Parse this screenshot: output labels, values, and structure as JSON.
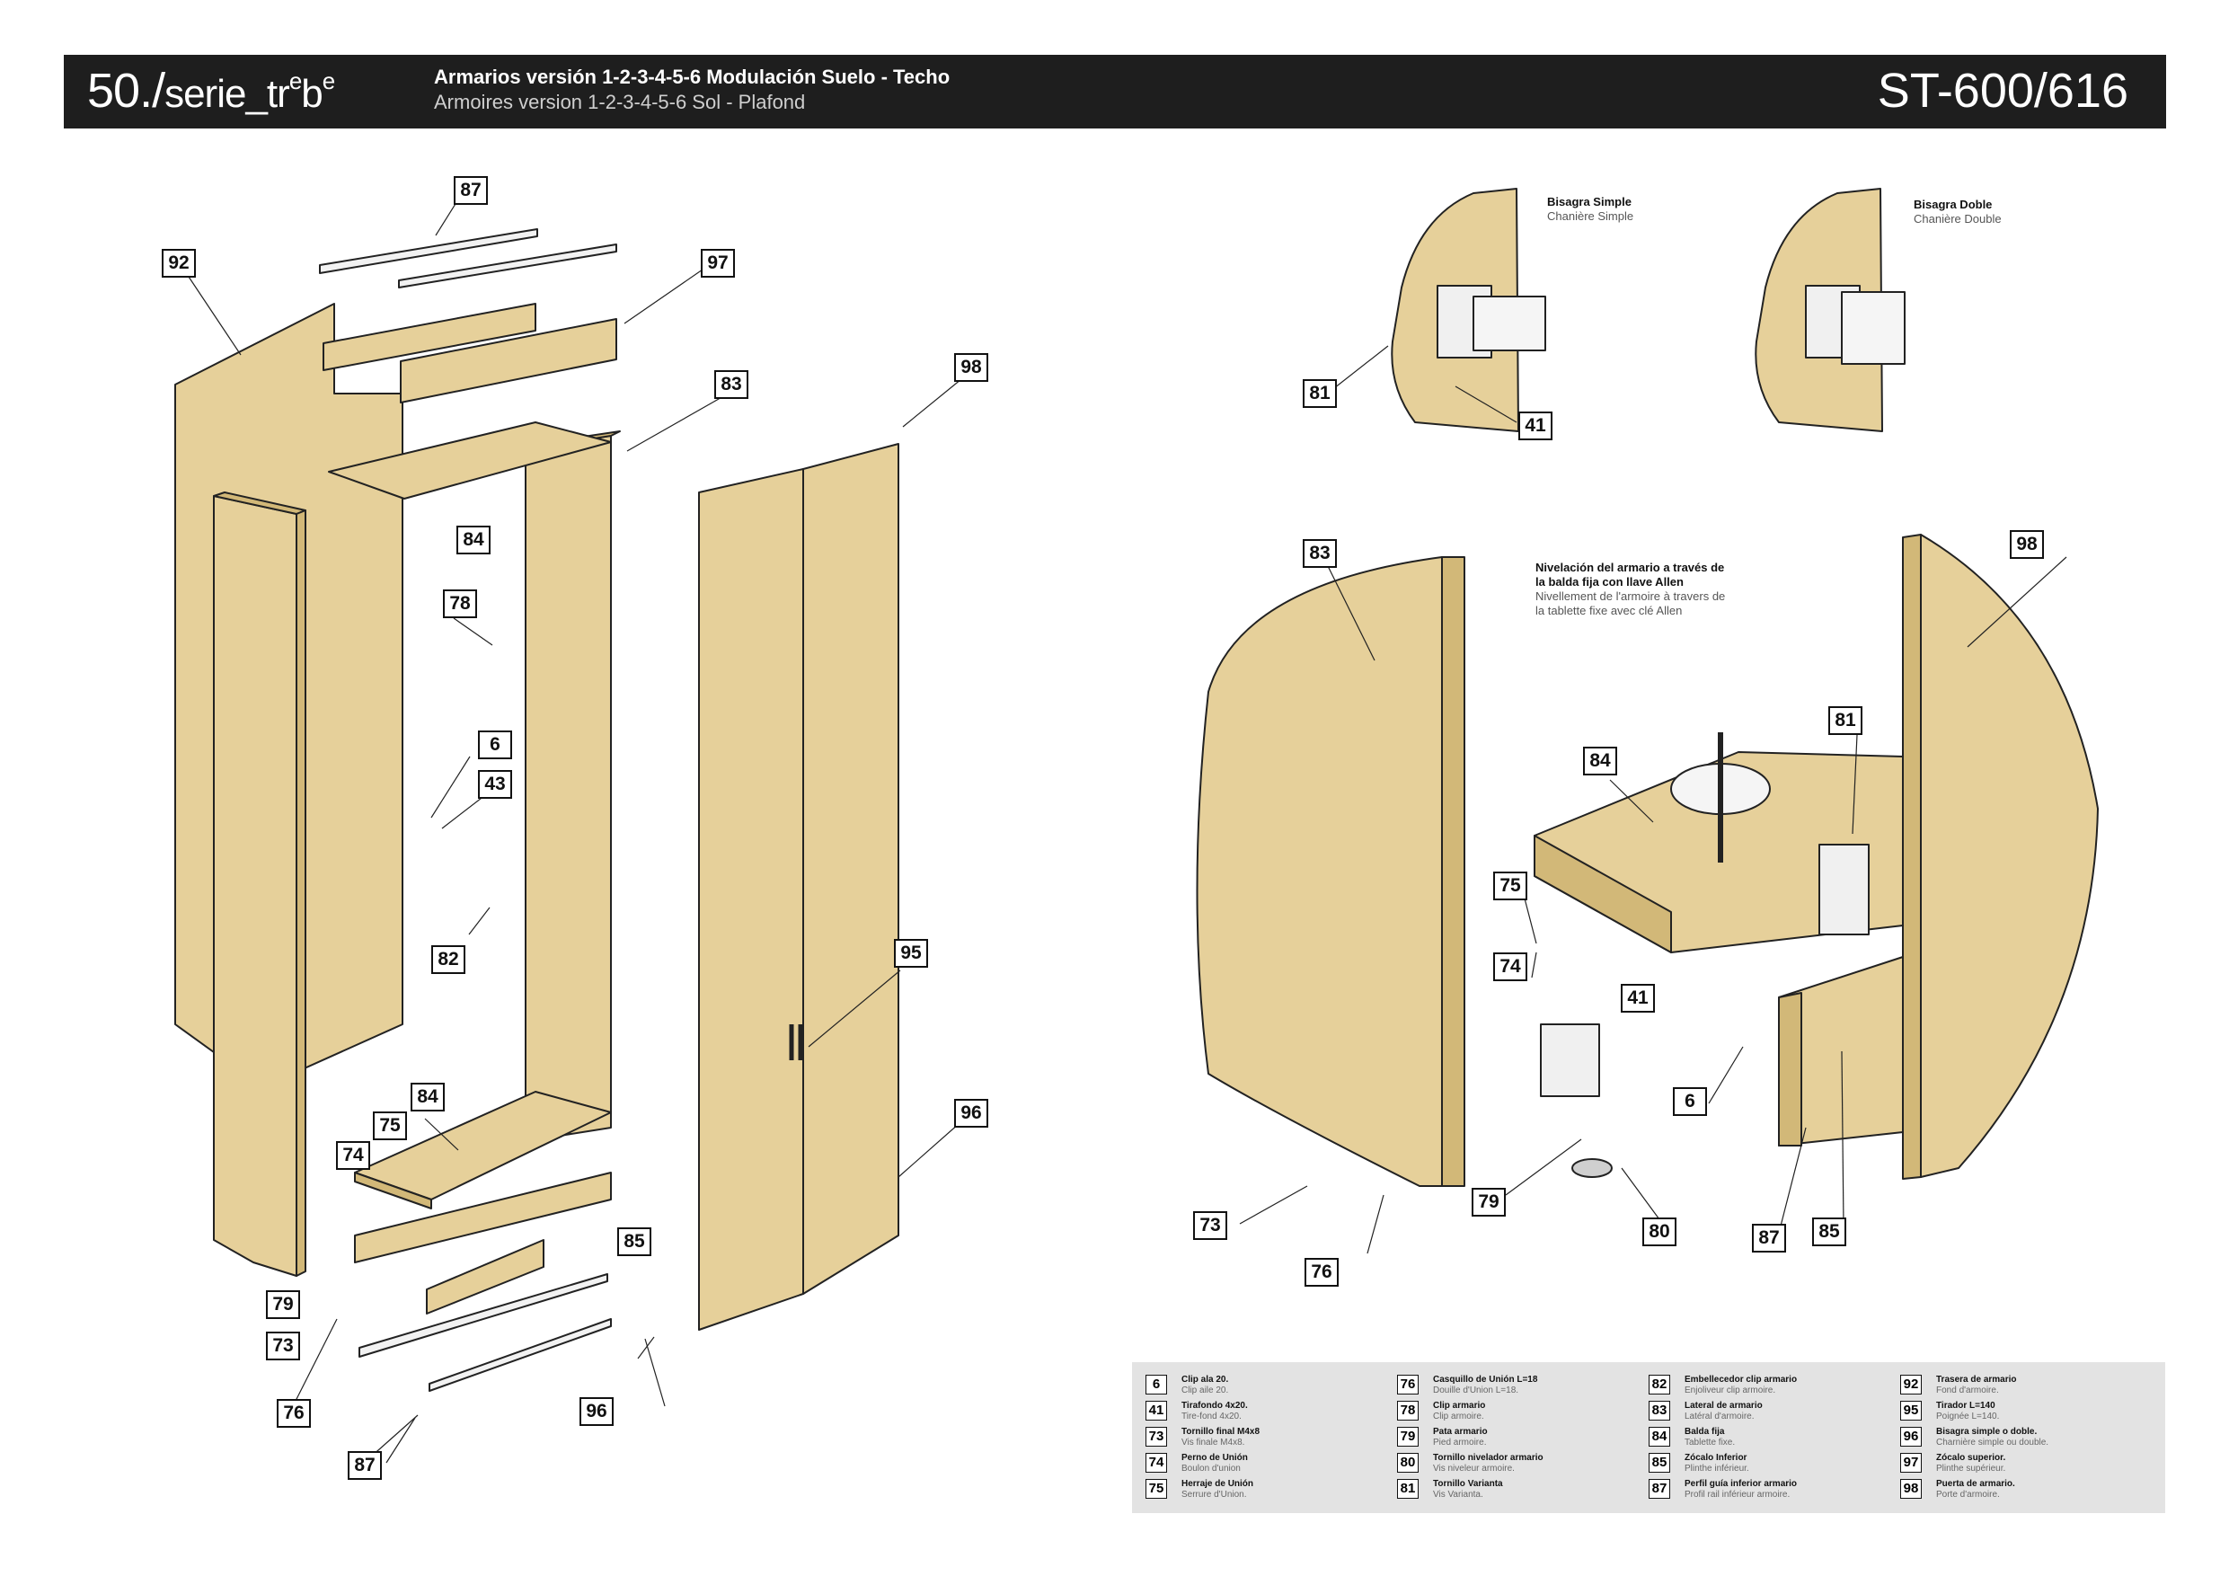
{
  "header": {
    "brand_num": "50./",
    "brand_serie": "serie_",
    "brand_tr": "tr",
    "brand_e1": "e",
    "brand_b": "b",
    "brand_e2": "e",
    "title_es": "Armarios versión 1-2-3-4-5-6 Modulación Suelo - Techo",
    "title_fr": "Armoires version 1-2-3-4-5-6 Sol - Plafond",
    "model": "ST-600/616"
  },
  "captions": {
    "hinge_simple_es": "Bisagra Simple",
    "hinge_simple_fr": "Chanière Simple",
    "hinge_double_es": "Bisagra Doble",
    "hinge_double_fr": "Chanière Double",
    "level_es_1": "Nivelación del armario a través de",
    "level_es_2": "la balda fija con llave Allen",
    "level_fr_1": "Nivellement de l'armoire à travers de",
    "level_fr_2": "la tablette fixe avec clé Allen"
  },
  "callouts": {
    "left": [
      "87",
      "92",
      "97",
      "83",
      "98",
      "84",
      "78",
      "6",
      "43",
      "82",
      "95",
      "84",
      "75",
      "74",
      "96",
      "85",
      "79",
      "73",
      "76",
      "96",
      "87"
    ],
    "right": [
      "81",
      "41",
      "83",
      "98",
      "81",
      "84",
      "75",
      "74",
      "41",
      "6",
      "73",
      "79",
      "80",
      "87",
      "85",
      "76"
    ]
  },
  "legend": [
    {
      "num": "6",
      "name": "Clip ala 20.",
      "fr": "Clip aile 20."
    },
    {
      "num": "41",
      "name": "Tirafondo 4x20.",
      "fr": "Tire-fond 4x20."
    },
    {
      "num": "73",
      "name": "Tornillo final M4x8",
      "fr": "Vis finale M4x8."
    },
    {
      "num": "74",
      "name": "Perno de Unión",
      "fr": "Boulon d'union"
    },
    {
      "num": "75",
      "name": "Herraje de Unión",
      "fr": "Serrure d'Union."
    },
    {
      "num": "76",
      "name": "Casquillo de Unión L=18",
      "fr": "Douille d'Union L=18."
    },
    {
      "num": "78",
      "name": "Clip armario",
      "fr": "Clip armoire."
    },
    {
      "num": "79",
      "name": "Pata armario",
      "fr": "Pied armoire."
    },
    {
      "num": "80",
      "name": "Tornillo nivelador armario",
      "fr": "Vis niveleur armoire."
    },
    {
      "num": "81",
      "name": "Tornillo Varianta",
      "fr": "Vis Varianta."
    },
    {
      "num": "82",
      "name": "Embellecedor clip armario",
      "fr": "Enjoliveur clip armoire."
    },
    {
      "num": "83",
      "name": "Lateral de armario",
      "fr": "Latéral d'armoire."
    },
    {
      "num": "84",
      "name": "Balda fija",
      "fr": "Tablette fixe."
    },
    {
      "num": "85",
      "name": "Zócalo Inferior",
      "fr": "Plinthe inférieur."
    },
    {
      "num": "87",
      "name": "Perfil guía inferior armario",
      "fr": "Profil rail inférieur armoire."
    },
    {
      "num": "92",
      "name": "Trasera de armario",
      "fr": "Fond d'armoire."
    },
    {
      "num": "95",
      "name": "Tirador L=140",
      "fr": "Poignée L=140."
    },
    {
      "num": "96",
      "name": "Bisagra simple o doble.",
      "fr": "Charnière simple ou double."
    },
    {
      "num": "97",
      "name": "Zócalo superior.",
      "fr": "Plinthe supérieur."
    },
    {
      "num": "98",
      "name": "Puerta de armario.",
      "fr": "Porte d'armoire."
    }
  ],
  "colors": {
    "wood": "#e6d09a",
    "wood_dark": "#d2b878",
    "header_bg": "#1e1e1e",
    "legend_bg": "#e3e3e3"
  }
}
